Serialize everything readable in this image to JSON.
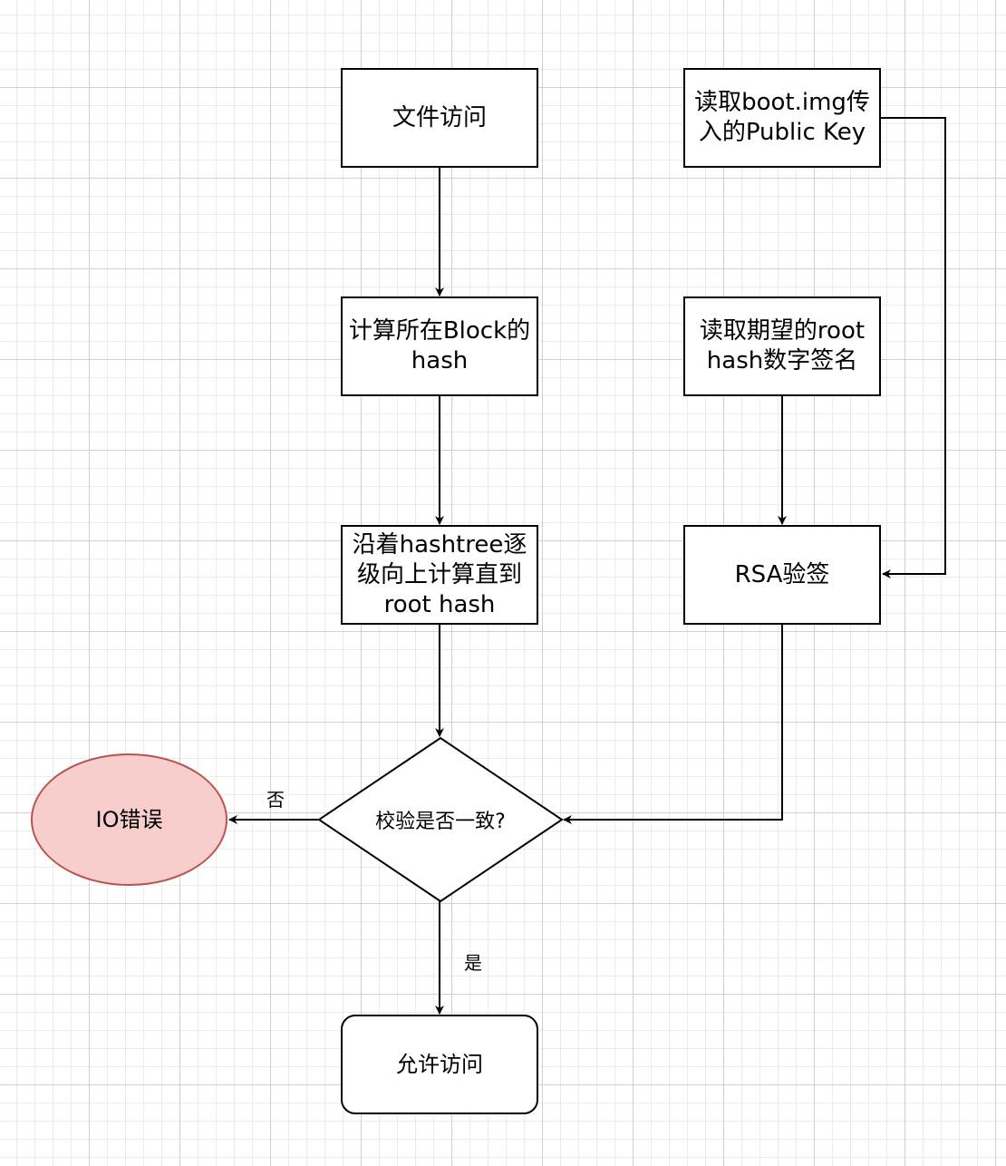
{
  "nodes": {
    "file_access": "文件访问",
    "compute_block_hash": "计算所在Block的hash",
    "hashtree_root": "沿着hashtree逐级向上计算直到root hash",
    "read_public_key": "读取boot.img传入的Public Key",
    "read_expected_root": "读取期望的root hash数字签名",
    "rsa_verify": "RSA验签",
    "check_match": "校验是否一致?",
    "io_error": "IO错误",
    "allow_access": "允许访问"
  },
  "edge_labels": {
    "no": "否",
    "yes": "是"
  },
  "colors": {
    "io_error_fill": "#f8cecc",
    "io_error_stroke": "#b85450"
  }
}
